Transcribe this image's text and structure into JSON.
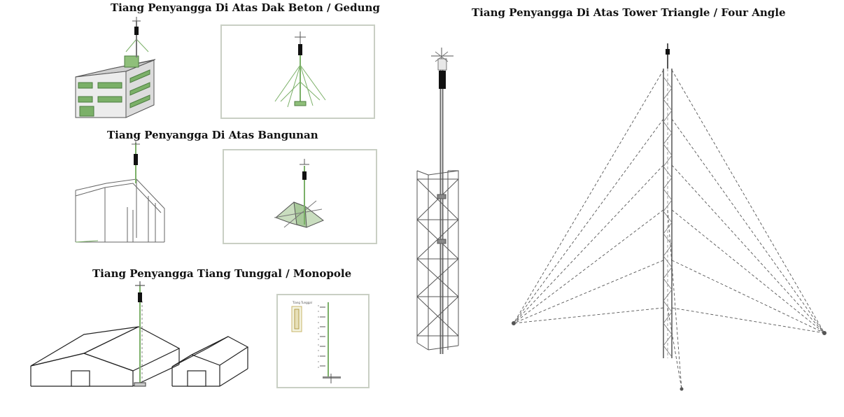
{
  "captions": {
    "gedung": "Tiang Penyangga Di Atas Dak Beton / Gedung",
    "bangunan": "Tiang Penyangga Di Atas Bangunan",
    "monopole": "Tiang Penyangga Tiang Tunggal / Monopole",
    "tower": "Tiang Penyangga Di Atas Tower Triangle / Four Angle"
  },
  "monopole_detail": {
    "legend": "Tiang Tunggal"
  },
  "colors": {
    "background": "#ffffff",
    "line": "#555555",
    "accent_green": "#7bb068",
    "mast_head": "#111111",
    "panel_border": "#c9cfc4"
  }
}
